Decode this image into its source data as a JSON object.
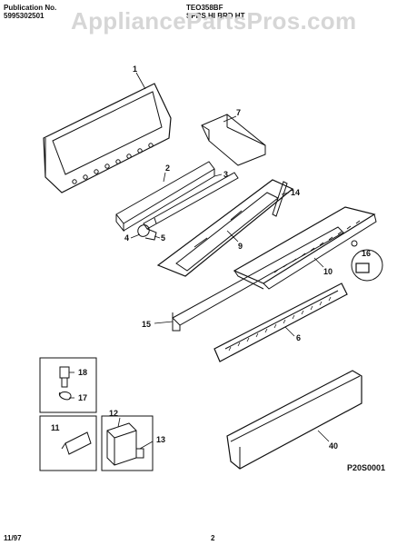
{
  "header": {
    "publication_label": "Publication No.",
    "publication_number": "5995302501",
    "model": "TEO358BF",
    "section": "SPRS HI BRD HT"
  },
  "watermark": "AppliancePartsPros.com",
  "callouts": {
    "c1": "1",
    "c2": "2",
    "c3": "3",
    "c4": "4",
    "c5": "5",
    "c6": "6",
    "c7": "7",
    "c9": "9",
    "c10": "10",
    "c11": "11",
    "c12": "12",
    "c13": "13",
    "c14": "14",
    "c15": "15",
    "c16": "16",
    "c17": "17",
    "c18": "18",
    "c40": "40"
  },
  "diagram_code": "P20S0001",
  "footer": {
    "date": "11/97",
    "page": "2"
  }
}
